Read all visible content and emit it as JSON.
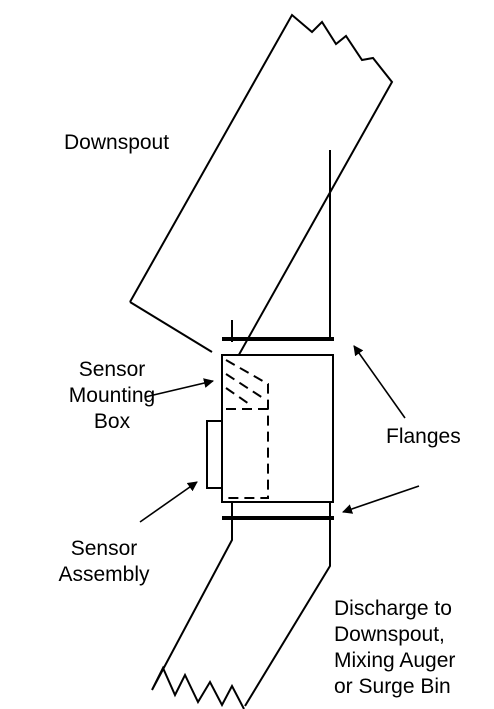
{
  "labels": {
    "downspout": "Downspout",
    "sensor_mounting_box": [
      "Sensor",
      "Mounting",
      "Box"
    ],
    "flanges": "Flanges",
    "sensor_assembly": [
      "Sensor",
      "Assembly"
    ],
    "discharge": [
      "Discharge to",
      "Downspout,",
      "Mixing Auger",
      "or Surge Bin"
    ]
  },
  "colors": {
    "stroke": "#000000",
    "background": "#ffffff"
  }
}
